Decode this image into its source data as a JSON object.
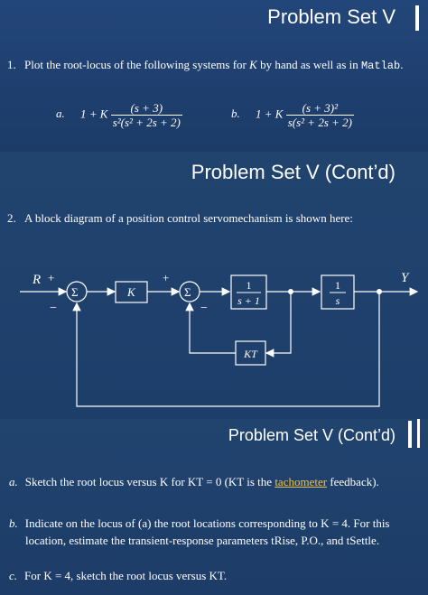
{
  "slide1": {
    "title": "Problem Set V",
    "item_number": "1.",
    "item_text_pre": "Plot the root-locus of the following systems for ",
    "item_var": "K",
    "item_text_mid": " by hand as well as in ",
    "item_code": "Matlab",
    "item_text_end": ".",
    "sys_a": {
      "label": "a.",
      "lhs": "1 + K",
      "num": "(s + 3)",
      "den": "s²(s² + 2s + 2)"
    },
    "sys_b": {
      "label": "b.",
      "lhs": "1 + K",
      "num": "(s + 3)²",
      "den": "s(s² + 2s + 2)"
    }
  },
  "slide2": {
    "title": "Problem Set V (Cont’d)",
    "item_number": "2.",
    "item_text": "A block diagram of a position control servomechanism is shown here:",
    "diagram": {
      "input": "R",
      "output": "Y",
      "plus1": "+",
      "minus1": "−",
      "plus2": "+",
      "minus2": "−",
      "sum": "Σ",
      "gain": "K",
      "tf1_num": "1",
      "tf1_den": "s + 1",
      "integrator_num": "1",
      "integrator_den": "s",
      "feedback": "KT"
    }
  },
  "slide3": {
    "title": "Problem Set V (Cont’d)",
    "items": [
      {
        "label": "a.",
        "text_pre": "Sketch the root locus versus K for KT = 0 (KT is the ",
        "link": "tachometer",
        "text_post": " feedback)."
      },
      {
        "label": "b.",
        "line1": "Indicate on the locus of (a) the root locations corresponding to K = 4. For this",
        "line2": "location, estimate the transient-response parameters tRise, P.O., and tSettle."
      },
      {
        "label": "c.",
        "text": "For K = 4, sketch the root locus versus KT."
      }
    ]
  }
}
